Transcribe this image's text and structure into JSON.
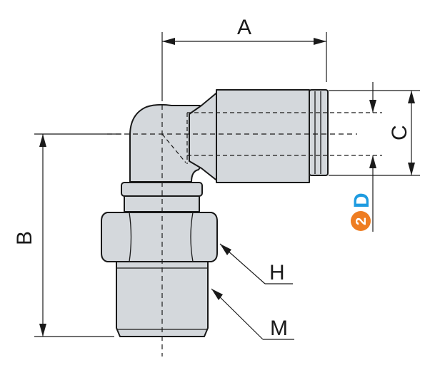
{
  "labels": {
    "a": "A",
    "b": "B",
    "c": "C",
    "h": "H",
    "m": "M",
    "d": "D",
    "d_badge": "2"
  },
  "colors": {
    "body_fill": "#d4d8dc",
    "line": "#1a1a1a",
    "badge": "#ee7d22",
    "d_label": "#1e9be0"
  }
}
